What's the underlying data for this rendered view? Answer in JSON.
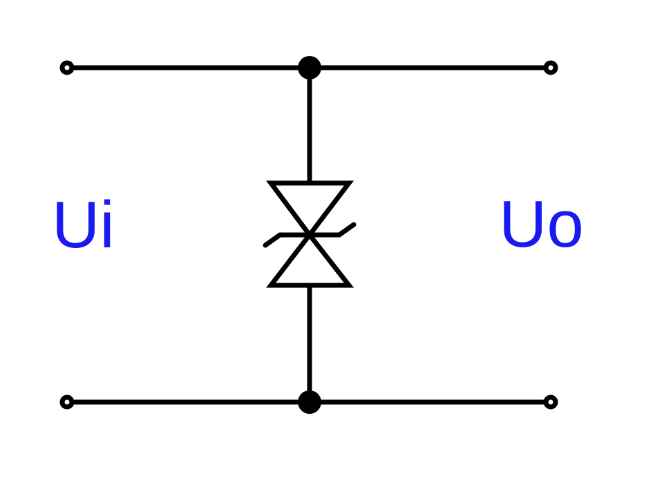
{
  "diagram": {
    "type": "circuit-schematic",
    "component": "bidirectional-zener-tvs-diode-shunt",
    "labels": {
      "input": "Ui",
      "output": "Uo"
    },
    "colors": {
      "label": "#1919f0",
      "line": "#000000",
      "background": "#ffffff"
    }
  }
}
